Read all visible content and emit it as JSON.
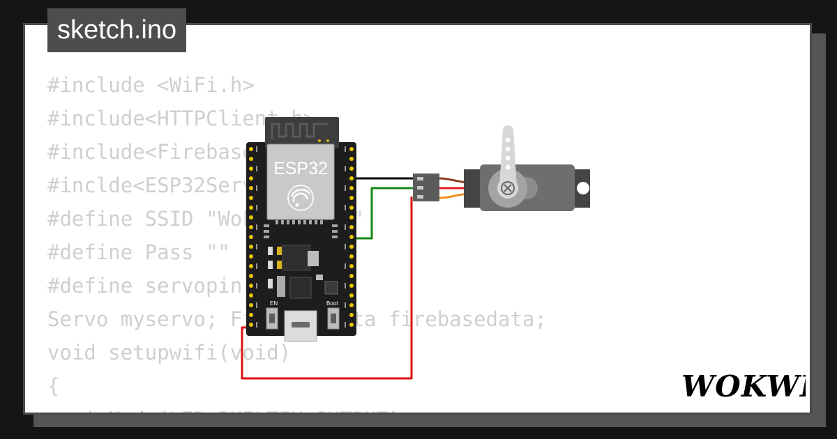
{
  "window": {
    "title": "sketch.ino"
  },
  "code": {
    "lines": [
      "#include <WiFi.h>",
      "#include<HTTPClient.h>",
      "#include<FirebaseESP32.h>",
      "#inclde<ESP32Servo.h>",
      "#define SSID \"Wokwi-GUEST\"",
      "#define Pass \"\"",
      "#define servopin 5",
      "Servo myservo; FirebaseData firebasedata;",
      "void setupwifi(void)",
      "{",
      "  pinMode(LED_BUILTIN,OUTPUT);"
    ]
  },
  "board": {
    "label": "ESP32",
    "en_label": "EN",
    "boot_label": "Boot"
  },
  "brand": {
    "name": "WOKWI"
  },
  "colors": {
    "background": "#151515",
    "card": "#ffffff",
    "tab": "#4d4d4d",
    "code_text": "#cfcfcf",
    "wire_gnd": "#000000",
    "wire_signal": "#138a13",
    "wire_power": "#dd1111",
    "servo_body": "#6e6e6e"
  },
  "icons": [
    "wifi-antenna-icon",
    "espressif-logo-icon",
    "usb-port-icon"
  ]
}
